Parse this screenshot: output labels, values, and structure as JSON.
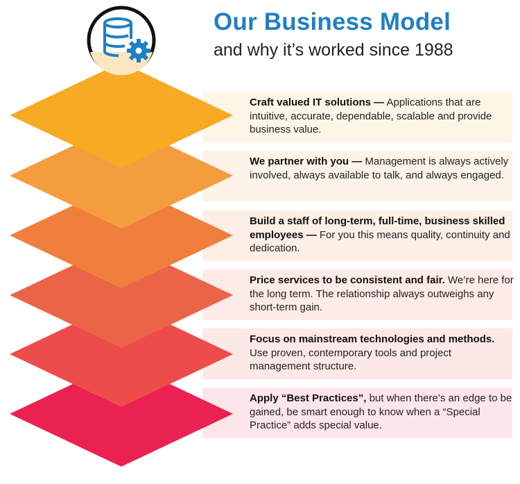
{
  "header": {
    "title": "Our Business Model",
    "subtitle": "and why it’s worked since 1988"
  },
  "icon": {
    "name": "database-gear-icon",
    "ring_color": "#111111",
    "accent_color": "#1f7fc4"
  },
  "layers": [
    {
      "bold": "Craft valued IT solutions —",
      "text": " Applications that are intuitive, accurate, dependable, scalable and provide business value.",
      "color": "#f7aa24",
      "band_color": "#fdf6e6"
    },
    {
      "bold": "We partner with you —",
      "text": " Management is always actively involved, always available to talk, and always engaged.",
      "color": "#f49d3f",
      "band_color": "#fdf3e8"
    },
    {
      "bold": "Build a staff of long-term, full-time, business skilled employees —",
      "text": " For you this means quality, continuity and dedication.",
      "color": "#f07f3d",
      "band_color": "#fdeee6"
    },
    {
      "bold": "Price services to be consistent and fair.",
      "text": " We’re here for the long term. The relationship always outweighs any short-term gain.",
      "color": "#ec6448",
      "band_color": "#fdebe7"
    },
    {
      "bold": "Focus on mainstream technologies and methods.",
      "text": " Use proven, contemporary tools and project management structure.",
      "color": "#ec4c4a",
      "band_color": "#fde8e8"
    },
    {
      "bold": "Apply “Best Practices”,",
      "text": " but when there’s an edge to be gained, be smart enough to know when a “Special Practice” adds special value.",
      "color": "#eb2152",
      "band_color": "#fde6ea"
    }
  ]
}
